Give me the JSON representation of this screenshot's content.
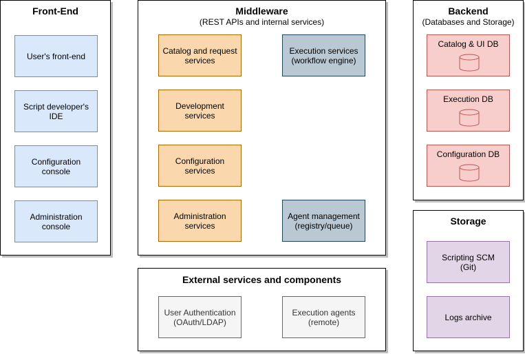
{
  "colors": {
    "frontend_fill": "#dae8fc",
    "frontend_stroke": "#6c8ebf",
    "middleware_fill": "#fad7ac",
    "middleware_stroke": "#b46504",
    "engine_fill": "#bac8d3",
    "engine_stroke": "#23445d",
    "db_fill": "#f8cecc",
    "db_stroke": "#b85450",
    "storage_fill": "#e1d5e7",
    "storage_stroke": "#9673a6",
    "external_fill": "#f5f5f5",
    "external_stroke": "#666666"
  },
  "frontend": {
    "title": "Front-End",
    "items": [
      "User's front-end",
      "Script developer's\nIDE",
      "Configuration\nconsole",
      "Administration\nconsole"
    ]
  },
  "middleware": {
    "title": "Middleware",
    "subtitle": "(REST APIs and internal services)",
    "items": [
      "Catalog and request\nservices",
      "Development\nservices",
      "Configuration\nservices",
      "Administration\nservices"
    ],
    "engine_items": [
      "Execution services\n(workflow engine)",
      "Agent management\n(registry/queue)"
    ]
  },
  "backend": {
    "title": "Backend",
    "subtitle": "(Databases and Storage)",
    "items": [
      "Catalog & UI DB",
      "Execution DB",
      "Configuration DB"
    ],
    "db_icon": "database-cylinder-icon"
  },
  "storage": {
    "title": "Storage",
    "items": [
      "Scripting SCM\n(Git)",
      "Logs archive"
    ]
  },
  "external": {
    "title": "External services and components",
    "items": [
      "User Authentication\n(OAuth/LDAP)",
      "Execution agents\n(remote)"
    ]
  }
}
